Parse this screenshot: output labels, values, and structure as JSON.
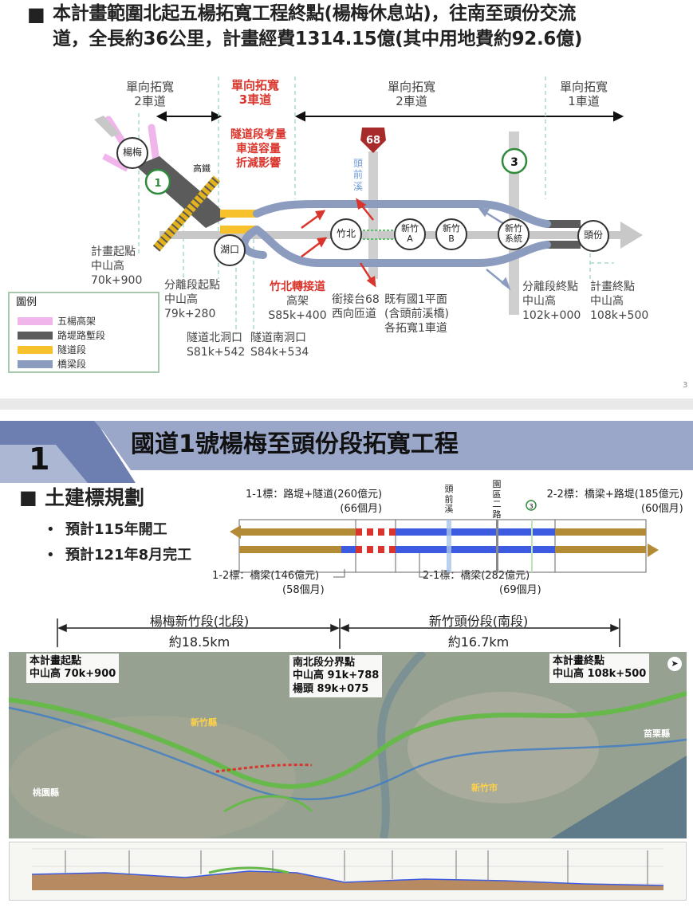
{
  "slide1": {
    "heading_line1": "本計畫範圍北起五楊拓寬工程終點(楊梅休息站)，往南至頭份交流",
    "heading_line2": "道，全長約36公里，計畫經費1314.15億(其中用地費約92.6億)",
    "page_number": "3",
    "segments": [
      {
        "l1": "單向拓寬",
        "l2": "2車道"
      },
      {
        "l1": "單向拓寬",
        "l2": "3車道"
      },
      {
        "l1": "單向拓寬",
        "l2": "2車道"
      },
      {
        "l1": "單向拓寬",
        "l2": "1車道"
      }
    ],
    "tunnel_note": [
      "隧道段考量",
      "車道容量",
      "折減影響"
    ],
    "hsr_label": "高鐵",
    "river_label": [
      "頭",
      "前",
      "溪"
    ],
    "route68": "68",
    "route3": "3",
    "route1": "1",
    "nodes": {
      "yangmei": "楊梅",
      "hukou": "湖口",
      "zhubei": "竹北",
      "hsa_l1": "新竹",
      "hsa_l2": "A",
      "hsb_l1": "新竹",
      "hsb_l2": "B",
      "sys_l1": "新竹",
      "sys_l2": "系統",
      "toufen": "頭份"
    },
    "chainage": {
      "start": [
        "計畫起點",
        "中山高",
        "70k+900"
      ],
      "split_start": [
        "分離段起點",
        "中山高",
        "79k+280"
      ],
      "tunnel_north": [
        "隧道北洞口",
        "S81k+542"
      ],
      "tunnel_south": [
        "隧道南洞口",
        "S84k+534"
      ],
      "zhubei_link": [
        "竹北轉接道",
        "高架",
        "S85k+400"
      ],
      "tw68_link": [
        "銜接台68",
        "西向匝道"
      ],
      "existing": [
        "既有國1平面",
        "(含頭前溪橋)",
        "各拓寬1車道"
      ],
      "split_end": [
        "分離段終點",
        "中山高",
        "102k+000"
      ],
      "end": [
        "計畫終點",
        "中山高",
        "108k+500"
      ]
    },
    "legend": {
      "title": "圖例",
      "items": [
        {
          "label": "五楊高架",
          "color": "#f0b6ec"
        },
        {
          "label": "路堤路塹段",
          "color": "#5b5b5b"
        },
        {
          "label": "隧道段",
          "color": "#f6c12a"
        },
        {
          "label": "橋梁段",
          "color": "#8c9cbf"
        }
      ]
    }
  },
  "slide2": {
    "number": "1",
    "title": "國道1號楊梅至頭份段拓寬工程",
    "section_title": "土建標規劃",
    "bullets": [
      "預計115年開工",
      "預計121年8月完工"
    ],
    "contracts": {
      "c11": [
        "1-1標：路堤+隧道(260億元)",
        "(66個月)"
      ],
      "c12": [
        "1-2標：橋梁(146億元)",
        "(58個月)"
      ],
      "c21": [
        "2-1標：橋梁(282億元)",
        "(69個月)"
      ],
      "c22": [
        "2-2標：橋梁+路堤(185億元)",
        "(60個月)"
      ]
    },
    "vlabels": {
      "river": [
        "頭",
        "前",
        "溪"
      ],
      "park": [
        "園",
        "區",
        "二",
        "路"
      ]
    },
    "route3": "3",
    "north": {
      "name": "楊梅新竹段(北段)",
      "len": "約18.5km"
    },
    "south": {
      "name": "新竹頭份段(南段)",
      "len": "約16.7km"
    },
    "map": {
      "start": [
        "本計畫起點",
        "中山高 70k+900"
      ],
      "boundary": [
        "南北段分界點",
        "中山高  91k+788",
        "楊頭    89k+075"
      ],
      "end": [
        "本計畫終點",
        "中山高 108k+500"
      ],
      "place_labels": [
        "新竹縣",
        "桃園縣",
        "新竹市",
        "苗栗縣"
      ]
    }
  },
  "colors": {
    "accent_red": "#d9352c",
    "bridge": "#8c9cbf",
    "tunnel": "#f6c12a",
    "embankment": "#5b5b5b",
    "banner": "#9aa7c9",
    "road_gold": "#b38b36",
    "bridge_blue": "#3c5be0"
  }
}
